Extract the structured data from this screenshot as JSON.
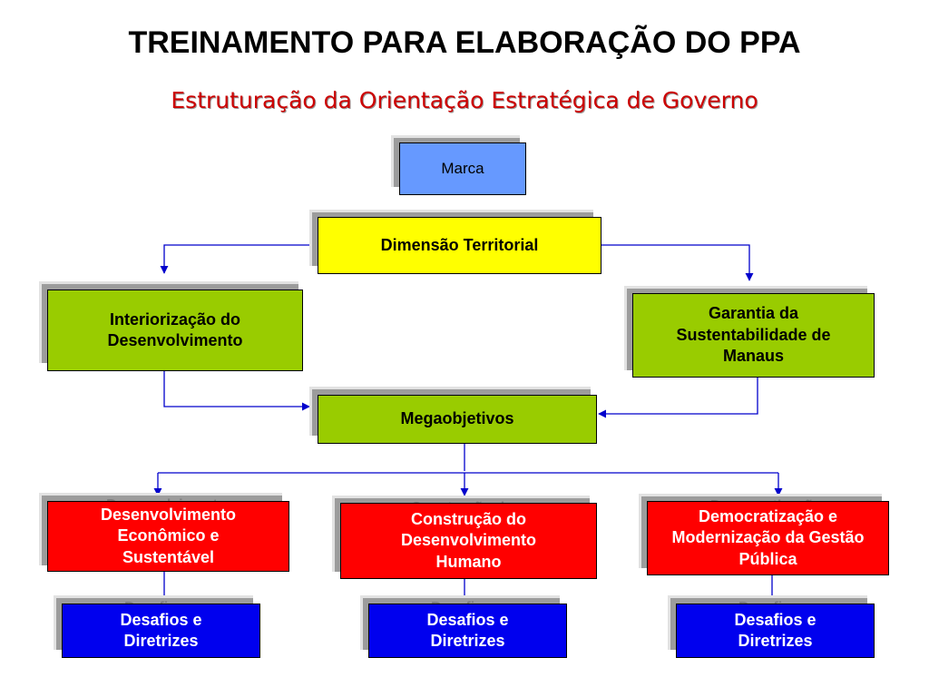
{
  "header": {
    "title": "TREINAMENTO PARA ELABORAÇÃO DO PPA",
    "subtitle": "Estruturação da Orientação Estratégica de Governo"
  },
  "colors": {
    "marca": "#6699ff",
    "dimensao": "#ffff00",
    "green": "#99cc00",
    "red": "#ff0000",
    "blue": "#0000ee",
    "connector": "#0000cc"
  },
  "nodes": {
    "marca": "Marca",
    "dimensao_territorial": "Dimensão Territorial",
    "interiorizacao": "Interiorização do Desenvolvimento",
    "garantia": "Garantia da Sustentabilidade de Manaus",
    "megaobjetivos": "Megaobjetivos",
    "desenv_economico": "Desenvolvimento Econômico e Sustentável",
    "construcao": "Construção do Desenvolvimento Humano",
    "democratizacao": "Democratização e Modernização da Gestão Pública",
    "desafios_1": "Desafios  e Diretrizes",
    "desafios_2": "Desafios e Diretrizes",
    "desafios_3": "Desafios e Diretrizes"
  },
  "ghost_labels": {
    "desenv_economico": "Desenvolviment",
    "construcao": "Construção do",
    "democratizacao": "Democratizaçã",
    "desafios_1": "Desafios",
    "desafios_2": "Desafios",
    "desafios_3": "Desafios"
  }
}
